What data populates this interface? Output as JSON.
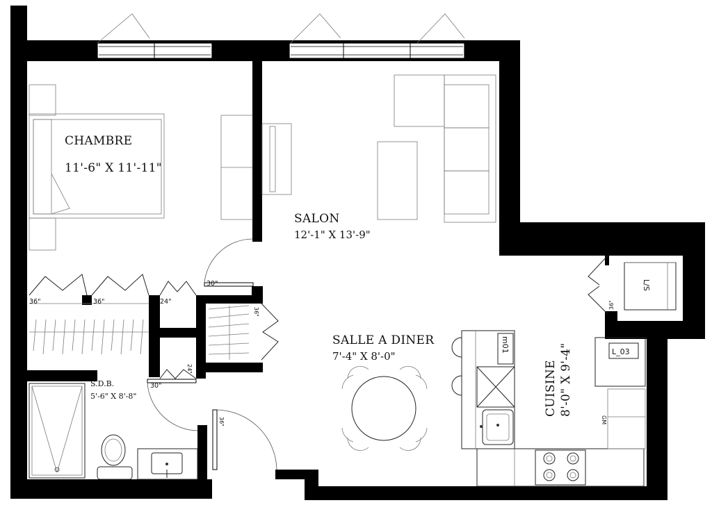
{
  "rooms": {
    "chambre": {
      "name": "CHAMBRE",
      "dims": "11'-6\" X 11'-11\""
    },
    "salon": {
      "name": "SALON",
      "dims": "12'-1\"  X  13'-9\""
    },
    "salle_a_diner": {
      "name": "SALLE A DINER",
      "dims": "7'-4\"  X 8'-0\""
    },
    "cuisine": {
      "name": "CUISINE",
      "dims": "8'-0\" X 9'-4\""
    },
    "sdb": {
      "name": "S.D.B.",
      "dims": "5'-6\" X 8'-8\""
    }
  },
  "door_labels": {
    "closet_left": "36\"",
    "closet_mid": "36\"",
    "closet_right": "24\"",
    "salon_door": "30\"",
    "pantry_door": "36\"",
    "small_closet": "24\"",
    "sdb_door": "30\"",
    "entry_door": "36\"",
    "laundry_door": "36\""
  },
  "appliances": {
    "laundry": "L/S",
    "dishwasher": "L_03",
    "microwave": "m01",
    "fridge_tag": "GM"
  }
}
